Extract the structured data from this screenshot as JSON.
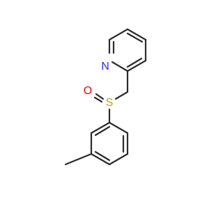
{
  "molecule": {
    "atoms": {
      "nitrogen": {
        "label": "N",
        "color": "#2a2aff"
      },
      "sulfur": {
        "label": "S",
        "color": "#b8a000"
      },
      "oxygen": {
        "label": "O",
        "color": "#ff0000"
      }
    },
    "bond_color": "#2b2b2b",
    "background": "#ffffff"
  }
}
